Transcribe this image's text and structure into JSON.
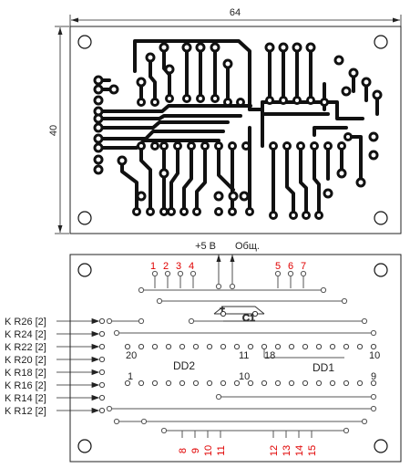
{
  "dimensions": {
    "width": "64",
    "height": "40"
  },
  "power": {
    "vcc": "+5 В",
    "gnd": "Общ."
  },
  "component_labels": {
    "c1": "C1",
    "dd2": "DD2",
    "dd1": "DD1"
  },
  "dd2_pins": {
    "p20": "20",
    "p11": "11",
    "p1": "1",
    "p10": "10"
  },
  "dd1_pins": {
    "p18": "18",
    "p10": "10",
    "p9": "9"
  },
  "c1_polarity": "+",
  "top_pads": [
    "1",
    "2",
    "3",
    "4",
    "5",
    "6",
    "7"
  ],
  "bottom_pads": [
    "8",
    "9",
    "10",
    "11",
    "12",
    "13",
    "14",
    "15"
  ],
  "connections": [
    "K R26 [2]",
    "K R24 [2]",
    "K R22 [2]",
    "K R20 [2]",
    "K R18 [2]",
    "K R16 [2]",
    "K R14 [2]",
    "K R12 [2]"
  ],
  "colors": {
    "copper": "#111111",
    "pad_text_red": "#e00000"
  }
}
